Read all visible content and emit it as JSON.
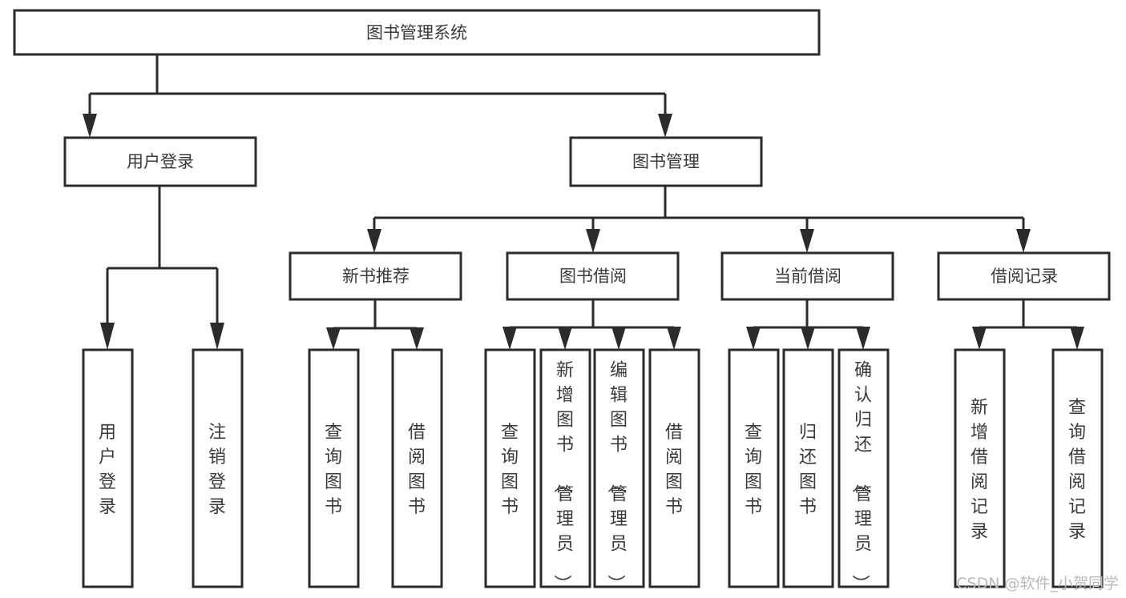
{
  "diagram": {
    "title": "图书管理系统",
    "type": "hierarchy-tree",
    "background_color": "#ffffff",
    "line_color": "#2b2b2b",
    "text_color": "#3a3a3a",
    "levels": 4
  },
  "root": {
    "label": "图书管理系统"
  },
  "level2": [
    {
      "label": "用户登录"
    },
    {
      "label": "图书管理"
    }
  ],
  "level3": [
    {
      "label": "新书推荐"
    },
    {
      "label": "图书借阅"
    },
    {
      "label": "当前借阅"
    },
    {
      "label": "借阅记录"
    }
  ],
  "leaves": {
    "user_login": [
      {
        "label": "用户登录"
      },
      {
        "label": "注销登录"
      }
    ],
    "new_book_recommend": [
      {
        "label": "查询图书"
      },
      {
        "label": "借阅图书"
      }
    ],
    "book_borrow": [
      {
        "label": "查询图书"
      },
      {
        "label": "新增图书（管理员）"
      },
      {
        "label": "编辑图书（管理员）"
      },
      {
        "label": "借阅图书"
      }
    ],
    "current_borrow": [
      {
        "label": "查询图书"
      },
      {
        "label": "归还图书"
      },
      {
        "label": "确认归还（管理员）"
      }
    ],
    "borrow_record": [
      {
        "label": "新增借阅记录"
      },
      {
        "label": "查询借阅记录"
      }
    ]
  },
  "watermark": {
    "text": "CSDN @软件_小贺同学"
  }
}
